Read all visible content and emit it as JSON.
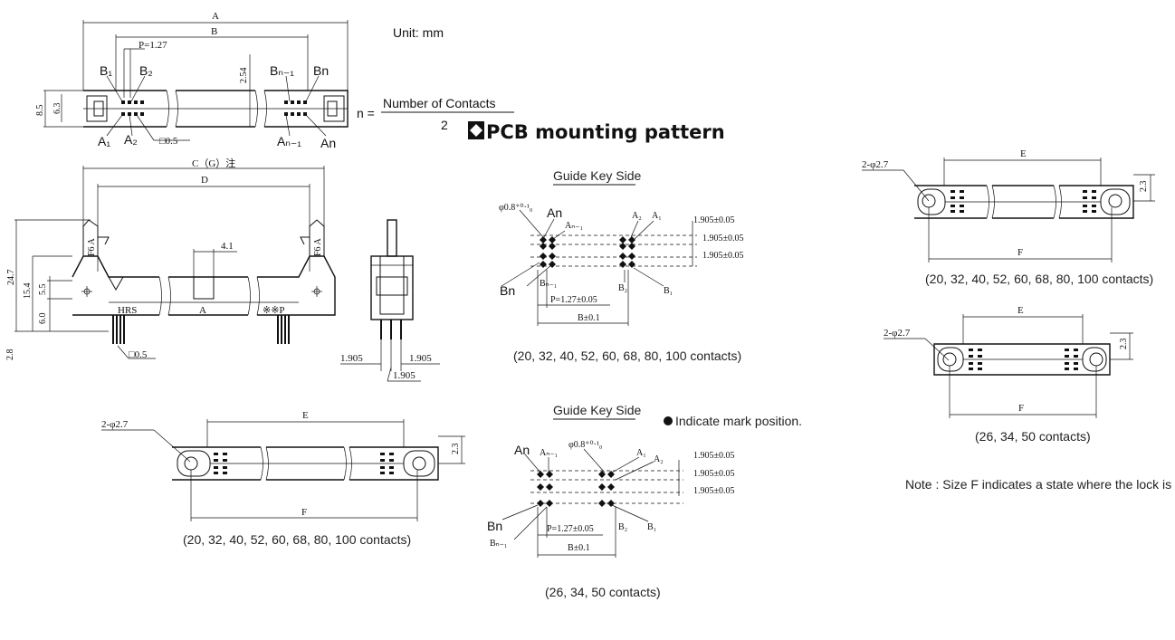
{
  "unit_label": "Unit: mm",
  "formula": {
    "lhs": "n =",
    "numerator": "Number of Contacts",
    "denominator": "2"
  },
  "section_title": "PCB mounting pattern",
  "top_view": {
    "dim_a": "A",
    "dim_b": "B",
    "pitch": "P=1.27",
    "h1": "8.5",
    "h2": "6.3",
    "h3": "2.54",
    "pin_sq": "□0.5",
    "b1": "B₁",
    "b2": "B₂",
    "bn1": "Bₙ₋₁",
    "bn": "Bn",
    "a1": "A₁",
    "a2": "A₂",
    "an1": "Aₙ₋₁",
    "an": "An"
  },
  "front_view": {
    "dim_c": "C（G）注",
    "dim_d": "D",
    "dim_41": "4.1",
    "h247": "24.7",
    "h154": "15.4",
    "h55": "5.5",
    "h60": "6.0",
    "h28": "2.8",
    "brand": "HRS",
    "mid": "A",
    "suffix": "※※P",
    "pin_sq": "□0.5",
    "latch_mark": "F6 A"
  },
  "side_view": {
    "d1": "1.905",
    "d2": "1.905",
    "d3": "1.905"
  },
  "pcb_top": {
    "guide": "Guide Key Side",
    "hole": "φ0.8⁺⁰·¹₀",
    "an": "An",
    "an1": "Aₙ₋₁",
    "a2": "A₂",
    "a1": "A₁",
    "bn": "Bn",
    "bn1": "Bₙ₋₁",
    "b2": "B₂",
    "b1": "B₁",
    "s1": "1.905±0.05",
    "s2": "1.905±0.05",
    "s3": "1.905±0.05",
    "pitch": "P=1.27±0.05",
    "btol": "B±0.1",
    "caption": "(20, 32, 40, 52, 60, 68, 80, 100 contacts)"
  },
  "pcb_bottom": {
    "guide": "Guide Key Side",
    "hole": "φ0.8⁺⁰·¹₀",
    "an": "An",
    "an1": "Aₙ₋₁",
    "a1": "A₁",
    "a2": "A₂",
    "bn": "Bn",
    "bn1": "Bₙ₋₁",
    "b2": "B₂",
    "b1": "B₁",
    "s1": "1.905±0.05",
    "s2": "1.905±0.05",
    "s3": "1.905±0.05",
    "pitch": "P=1.27±0.05",
    "btol": "B±0.1",
    "caption": "(26, 34, 50 contacts)"
  },
  "indicate_note": "Indicate    mark position.",
  "bottom_view_left": {
    "holes": "2-φ2.7",
    "e": "E",
    "f": "F",
    "h": "2.3",
    "caption": "(20, 32, 40, 52, 60, 68, 80, 100 contacts)"
  },
  "right_view_top": {
    "holes": "2-φ2.7",
    "e": "E",
    "f": "F",
    "h": "2.3",
    "caption": "(20, 32, 40, 52, 60, 68, 80, 100 contacts)"
  },
  "right_view_bottom": {
    "holes": "2-φ2.7",
    "e": "E",
    "f": "F",
    "h": "2.3",
    "caption": "(26, 34, 50 contacts)"
  },
  "note": "Note : Size F indicates a state where the lock is ope",
  "colors": {
    "ink": "#111111",
    "background": "#ffffff"
  }
}
